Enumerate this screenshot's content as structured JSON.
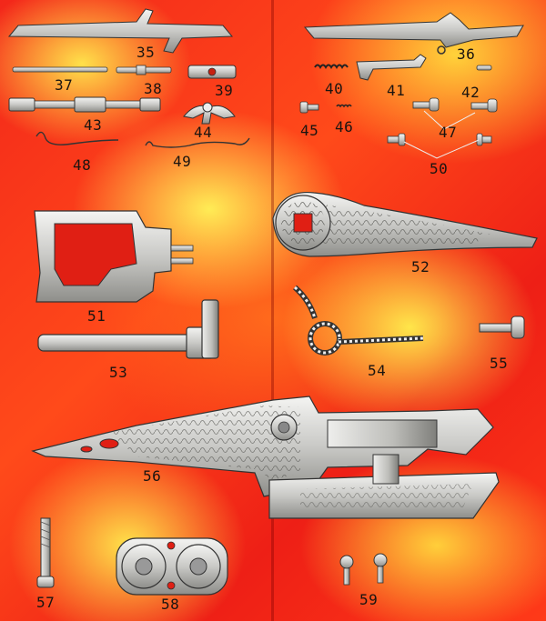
{
  "diagram": {
    "parts": [
      {
        "id": "35",
        "shape": "long-bar-with-hook"
      },
      {
        "id": "36",
        "shape": "long-bar-with-hook"
      },
      {
        "id": "37",
        "shape": "pin"
      },
      {
        "id": "38",
        "shape": "stepped-pin"
      },
      {
        "id": "39",
        "shape": "block"
      },
      {
        "id": "40",
        "shape": "spring-coil"
      },
      {
        "id": "41",
        "shape": "hook-lever"
      },
      {
        "id": "42",
        "shape": "small-pin"
      },
      {
        "id": "43",
        "shape": "rod"
      },
      {
        "id": "44",
        "shape": "small-lever"
      },
      {
        "id": "45",
        "shape": "screw"
      },
      {
        "id": "46",
        "shape": "spring-coil"
      },
      {
        "id": "47",
        "shape": "screw-pair"
      },
      {
        "id": "48",
        "shape": "wire-spring"
      },
      {
        "id": "49",
        "shape": "wire-spring"
      },
      {
        "id": "50",
        "shape": "screw-pair"
      },
      {
        "id": "51",
        "shape": "frame-plate"
      },
      {
        "id": "52",
        "shape": "engraved-lever"
      },
      {
        "id": "53",
        "shape": "axle-rod"
      },
      {
        "id": "54",
        "shape": "twisted-spring"
      },
      {
        "id": "55",
        "shape": "screw"
      },
      {
        "id": "56",
        "shape": "action-body"
      },
      {
        "id": "57",
        "shape": "long-screw"
      },
      {
        "id": "58",
        "shape": "twin-disc-plate"
      },
      {
        "id": "59",
        "shape": "screw-pair"
      }
    ]
  }
}
